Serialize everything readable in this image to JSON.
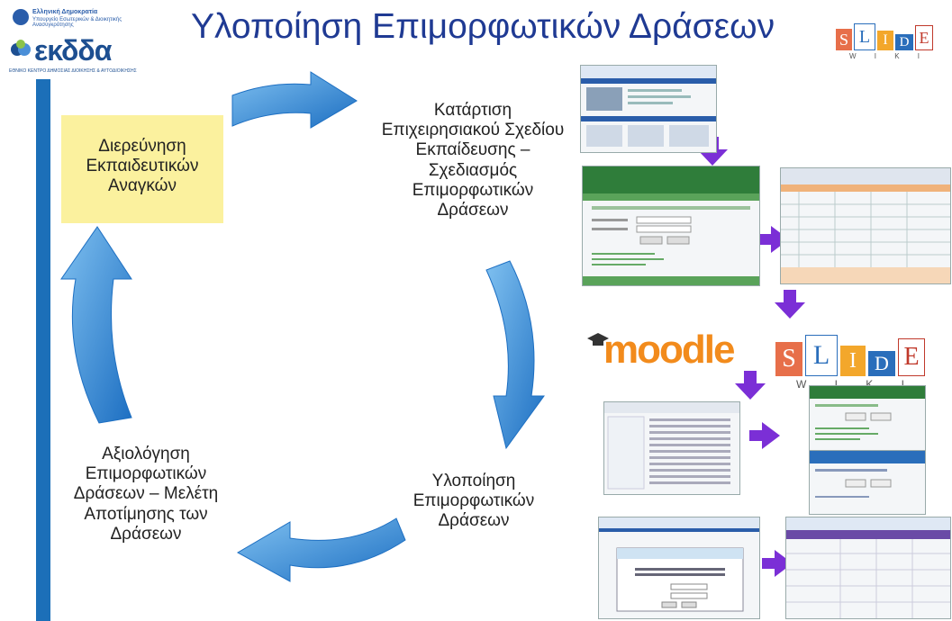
{
  "title": "Υλοποίηση Επιμορφωτικών Δράσεων",
  "header": {
    "ministry_line1": "Ελληνική Δημοκρατία",
    "ministry_line2": "Υπουργείο Εσωτερικών & Διοικητικής Ανασυγκρότησης",
    "ekdda_word": "εκδδα",
    "ekdda_sub": "ΕΘΝΙΚΟ ΚΕΝΤΡΟ ΔΗΜΟΣΙΑΣ ΔΙΟΙΚΗΣΗΣ & ΑΥΤΟΔΙΟΙΚΗΣΗΣ"
  },
  "slidewiki": {
    "letters": [
      "S",
      "L",
      "I",
      "D",
      "E"
    ],
    "wiki": [
      "W",
      "I",
      "K",
      "I"
    ]
  },
  "moodle": "moodle",
  "cycle": {
    "stage1": [
      "Διερεύνηση",
      "Εκπαιδευτικών",
      "Αναγκών"
    ],
    "stage2": [
      "Κατάρτιση",
      "Επιχειρησιακού Σχεδίου",
      "Εκπαίδευσης –",
      "Σχεδιασμός",
      "Επιμορφωτικών",
      "Δράσεων"
    ],
    "stage3": [
      "Υλοποίηση",
      "Επιμορφωτικών",
      "Δράσεων"
    ],
    "stage4": [
      "Αξιολόγηση",
      "Επιμορφωτικών",
      "Δράσεων – Μελέτη",
      "Αποτίμησης των",
      "Δράσεων"
    ]
  },
  "colors": {
    "title": "#1f3a93",
    "arrow": "#2f86d2",
    "purple_arrow": "#7b2fd6",
    "stage_highlight": "#fbf19e",
    "bar": "#1c6fb8"
  }
}
